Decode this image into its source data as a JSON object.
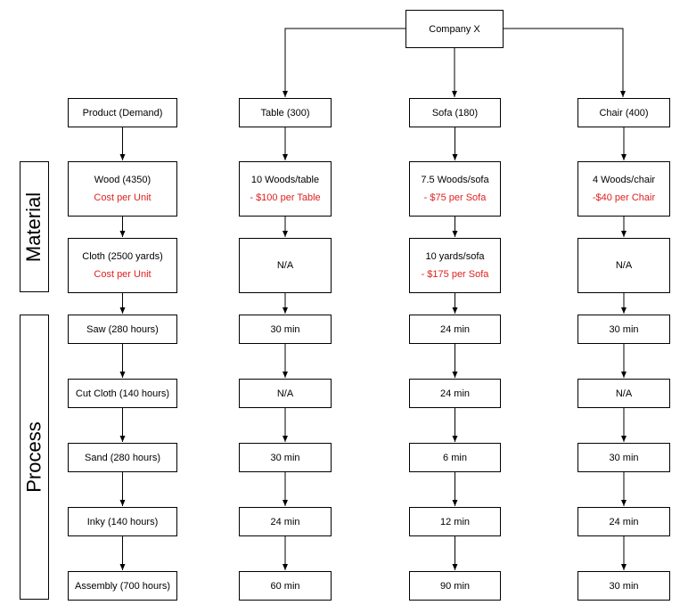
{
  "company": "Company X",
  "side_labels": {
    "material": "Material",
    "process": "Process"
  },
  "columns": [
    {
      "header": "Product (Demand)",
      "wood": {
        "main": "Wood (4350)",
        "sub": "Cost per Unit"
      },
      "cloth": {
        "main": "Cloth (2500 yards)",
        "sub": "Cost per Unit"
      },
      "saw": "Saw (280 hours)",
      "cut": "Cut Cloth (140 hours)",
      "sand": "Sand (280 hours)",
      "inky": "Inky (140 hours)",
      "assembly": "Assembly (700 hours)"
    },
    {
      "header": "Table (300)",
      "wood": {
        "main": "10 Woods/table",
        "sub": "- $100 per Table"
      },
      "cloth": {
        "main": "N/A",
        "sub": ""
      },
      "saw": "30 min",
      "cut": "N/A",
      "sand": "30 min",
      "inky": "24 min",
      "assembly": "60 min"
    },
    {
      "header": "Sofa (180)",
      "wood": {
        "main": "7.5 Woods/sofa",
        "sub": "- $75 per Sofa"
      },
      "cloth": {
        "main": "10 yards/sofa",
        "sub": "- $175 per Sofa"
      },
      "saw": "24 min",
      "cut": "24 min",
      "sand": "6 min",
      "inky": "12 min",
      "assembly": "90 min"
    },
    {
      "header": "Chair (400)",
      "wood": {
        "main": "4 Woods/chair",
        "sub": "-$40 per Chair"
      },
      "cloth": {
        "main": "N/A",
        "sub": ""
      },
      "saw": "30 min",
      "cut": "N/A",
      "sand": "30 min",
      "inky": "24 min",
      "assembly": "30 min"
    }
  ]
}
